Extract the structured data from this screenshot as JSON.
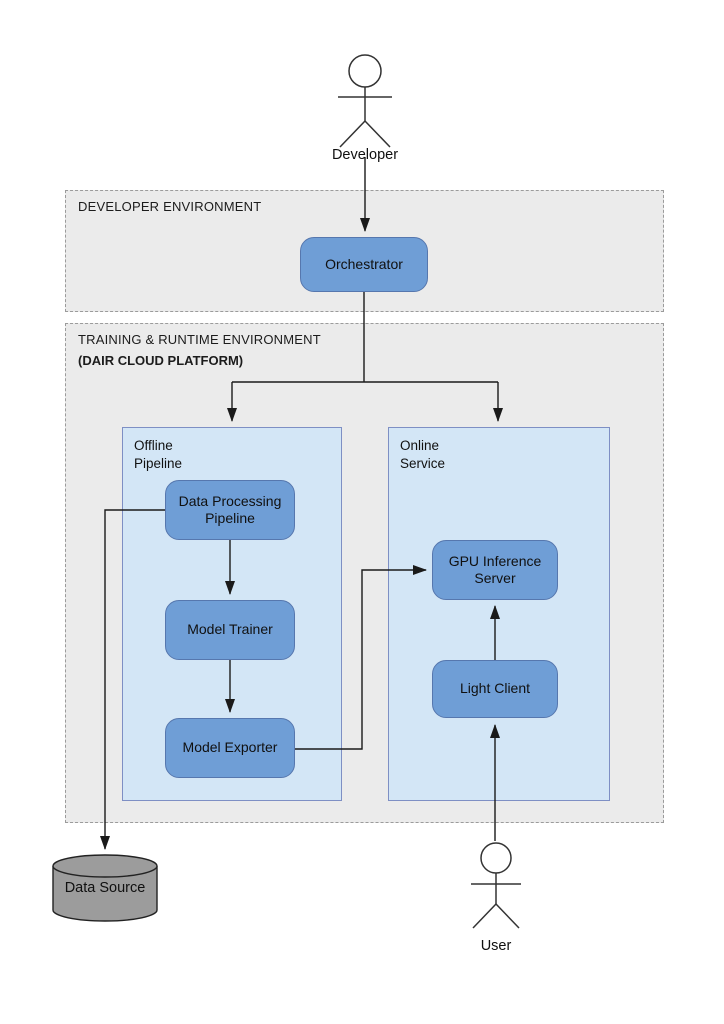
{
  "diagram": {
    "actors": {
      "developer": {
        "label": "Developer"
      },
      "user": {
        "label": "User"
      }
    },
    "environments": {
      "developer": {
        "title": "DEVELOPER ENVIRONMENT"
      },
      "training": {
        "title": "TRAINING & RUNTIME ENVIRONMENT",
        "subtitle": "(DAIR CLOUD PLATFORM)"
      }
    },
    "containers": {
      "offline": {
        "label": "Offline Pipeline"
      },
      "online": {
        "label": "Online Service"
      }
    },
    "nodes": {
      "orchestrator": {
        "label": "Orchestrator"
      },
      "data_processing": {
        "label": "Data Processing Pipeline"
      },
      "model_trainer": {
        "label": "Model Trainer"
      },
      "model_exporter": {
        "label": "Model Exporter"
      },
      "gpu_inference": {
        "label": "GPU Inference Server"
      },
      "light_client": {
        "label": "Light Client"
      }
    },
    "datastore": {
      "label": "Data Source"
    },
    "edges": [
      {
        "from": "Developer",
        "to": "Orchestrator"
      },
      {
        "from": "Orchestrator",
        "to": "Offline Pipeline"
      },
      {
        "from": "Orchestrator",
        "to": "Online Service"
      },
      {
        "from": "Data Processing Pipeline",
        "to": "Model Trainer"
      },
      {
        "from": "Model Trainer",
        "to": "Model Exporter"
      },
      {
        "from": "Model Exporter",
        "to": "GPU Inference Server"
      },
      {
        "from": "Data Processing Pipeline",
        "to": "Data Source"
      },
      {
        "from": "Light Client",
        "to": "GPU Inference Server"
      },
      {
        "from": "User",
        "to": "Light Client"
      }
    ],
    "colors": {
      "node_fill": "#6f9ed6",
      "node_border": "#5677ae",
      "container_fill": "#d3e6f6",
      "container_border": "#7e8fc4",
      "environment_fill": "#ebebeb",
      "environment_border": "#9b9b9b",
      "datastore_fill": "#9c9c9c",
      "line": "#1a1a1a"
    }
  }
}
